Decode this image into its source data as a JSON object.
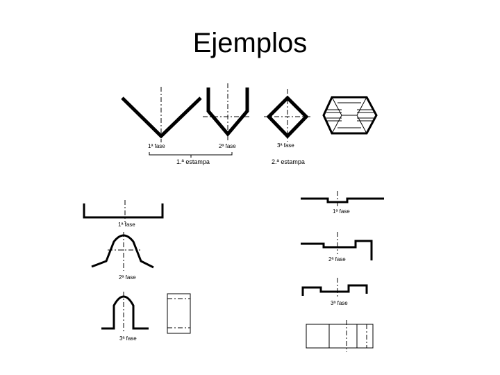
{
  "slide": {
    "title": "Ejemplos"
  },
  "top_sequence": {
    "phase_labels": [
      "1ª fase",
      "2ª fase",
      "3ª fase"
    ],
    "stamp_labels": [
      "1.ª estampa",
      "2.ª estampa"
    ]
  },
  "left_sequence": {
    "phase_labels": [
      "1ª fase",
      "2ª fase",
      "3ª fase"
    ]
  },
  "right_sequence": {
    "phase_labels": [
      "1ª fase",
      "2ª fase",
      "3ª fase"
    ]
  }
}
